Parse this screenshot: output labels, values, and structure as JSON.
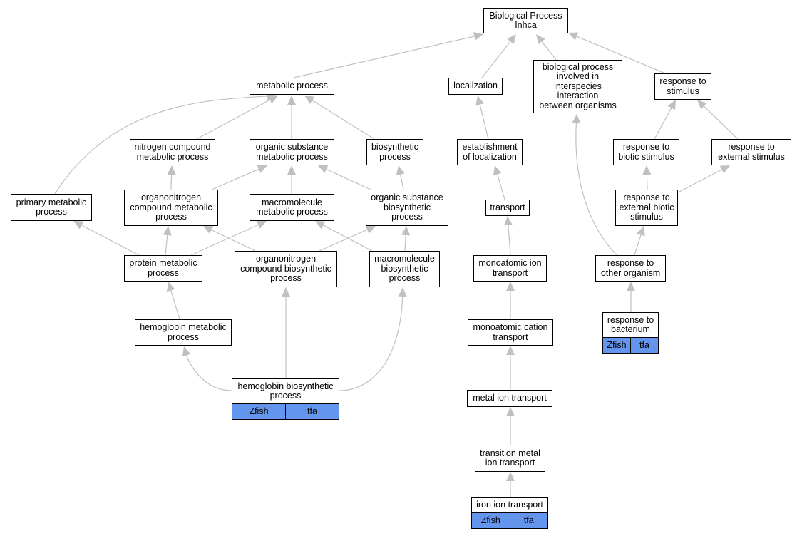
{
  "nodes": {
    "root": "Biological Process\nInhca",
    "metabolic": "metabolic process",
    "localization": "localization",
    "interspecies": "biological process\ninvolved in\ninterspecies\ninteraction\nbetween organisms",
    "response_stimulus": "response to\nstimulus",
    "nitrogen_compound": "nitrogen compound\nmetabolic process",
    "organic_substance_met": "organic substance\nmetabolic process",
    "biosynthetic": "biosynthetic\nprocess",
    "establishment_loc": "establishment\nof localization",
    "response_biotic": "response to\nbiotic stimulus",
    "response_external": "response to\nexternal stimulus",
    "primary_met": "primary metabolic\nprocess",
    "organonitrogen_met": "organonitrogen\ncompound metabolic\nprocess",
    "macromolecule_met": "macromolecule\nmetabolic process",
    "organic_substance_bio": "organic substance\nbiosynthetic\nprocess",
    "transport": "transport",
    "response_ext_biotic": "response to\nexternal biotic\nstimulus",
    "protein_met": "protein metabolic\nprocess",
    "organonitrogen_bio": "organonitrogen\ncompound biosynthetic\nprocess",
    "macromolecule_bio": "macromolecule\nbiosynthetic\nprocess",
    "monoatomic_ion": "monoatomic ion\ntransport",
    "response_other_org": "response to\nother organism",
    "hemoglobin_met": "hemoglobin metabolic\nprocess",
    "monoatomic_cation": "monoatomic cation\ntransport",
    "response_bacterium": "response to\nbacterium",
    "hemoglobin_bio": "hemoglobin biosynthetic\nprocess",
    "metal_ion": "metal ion transport",
    "transition_metal": "transition metal\nion transport",
    "iron_ion": "iron ion transport"
  },
  "tags": {
    "response_bacterium": [
      "Zfish",
      "tfa"
    ],
    "hemoglobin_bio": [
      "Zfish",
      "tfa"
    ],
    "iron_ion": [
      "Zfish",
      "tfa"
    ]
  },
  "colors": {
    "tag_fill": "#6495ED",
    "edge": "#c0c0c0",
    "node_border": "#000000"
  }
}
